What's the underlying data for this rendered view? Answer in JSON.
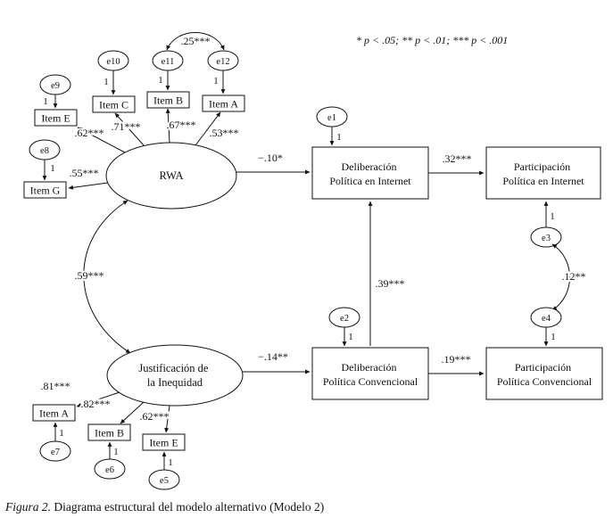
{
  "note": "* p < .05; ** p < .01; *** p < .001",
  "caption": {
    "label": "Figura 2.",
    "text": " Diagrama estructural del modelo alternativo (Modelo 2)"
  },
  "one": "1",
  "latents": {
    "rwa": "RWA",
    "justificacion": {
      "line1": "Justificación de",
      "line2": "la Inequidad"
    }
  },
  "boxes": {
    "item_e_top": "Item E",
    "item_c": "Item C",
    "item_b_top": "Item B",
    "item_a_top": "Item A",
    "item_g": "Item G",
    "delib_internet": {
      "line1": "Deliberación",
      "line2": "Política en Internet"
    },
    "part_internet": {
      "line1": "Participación",
      "line2": "Política en Internet"
    },
    "delib_conv": {
      "line1": "Deliberación",
      "line2": "Política Convencional"
    },
    "part_conv": {
      "line1": "Participación",
      "line2": "Política Convencional"
    },
    "item_a_bottom": "Item A",
    "item_b_bottom": "Item B",
    "item_e_bottom": "Item E"
  },
  "errors": {
    "e1": "e1",
    "e2": "e2",
    "e3": "e3",
    "e4": "e4",
    "e5": "e5",
    "e6": "e6",
    "e7": "e7",
    "e8": "e8",
    "e9": "e9",
    "e10": "e10",
    "e11": "e11",
    "e12": "e12"
  },
  "coefficients": {
    "rwa_item_e": ".62***",
    "rwa_item_c": ".71***",
    "rwa_item_b": ".67***",
    "rwa_item_a": ".53***",
    "rwa_item_g": ".55***",
    "cov_e11_e12": ".25***",
    "rwa_delib_internet": "−.10*",
    "delib_internet_part_internet": ".32***",
    "cov_e3_e4": ".12**",
    "delib_conv_delib_internet": ".39***",
    "cov_rwa_justificacion": ".59***",
    "justificacion_delib_conv": "−.14**",
    "delib_conv_part_conv": ".19***",
    "justificacion_item_a": ".81***",
    "justificacion_item_b": ".82***",
    "justificacion_item_e": ".62***"
  }
}
